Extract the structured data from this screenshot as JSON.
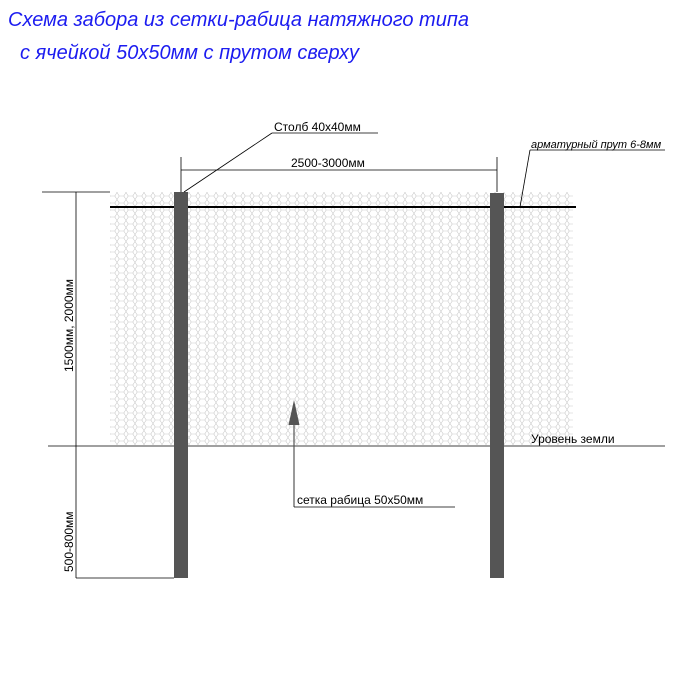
{
  "title": {
    "line1": "Схема забора из сетки-рабица натяжного типа",
    "line2": "с ячейкой 50х50мм  с прутом сверху"
  },
  "labels": {
    "post": "Столб 40х40мм",
    "span": "2500-3000мм",
    "rod": "арматурный прут 6-8мм",
    "height_above": "1500мм, 2000мм",
    "depth_below": "500-800мм",
    "ground": "Уровень земли",
    "mesh": "сетка рабица 50х50мм"
  },
  "colors": {
    "title": "#1c1cf0",
    "post": "#555555",
    "mesh": "#cfcfcf",
    "lines": "#000000"
  }
}
